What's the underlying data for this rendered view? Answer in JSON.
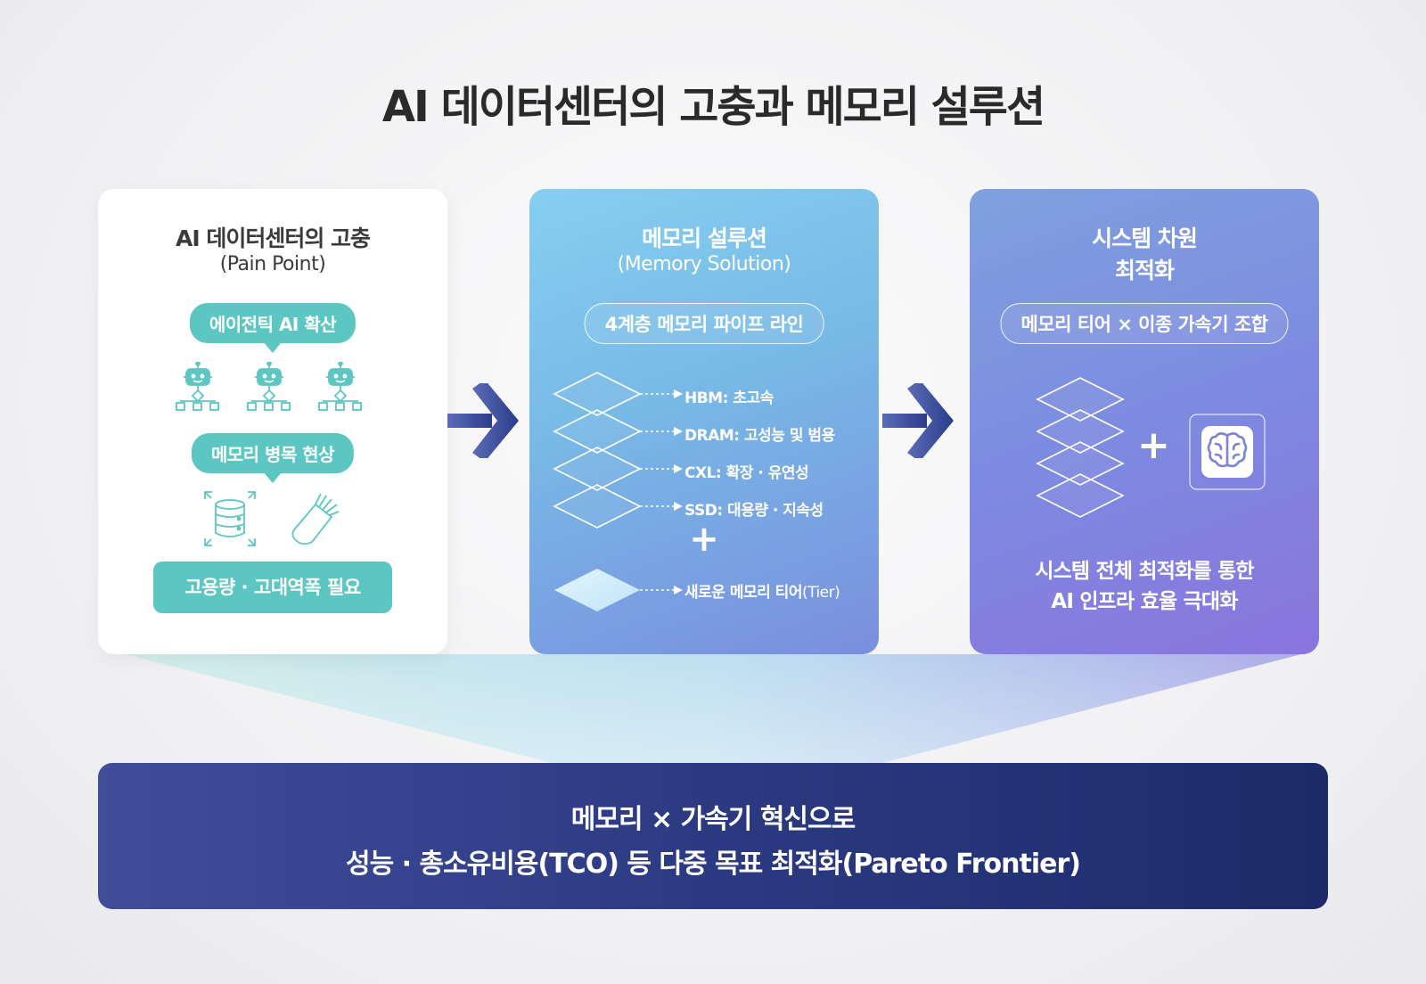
{
  "title": "AI 데이터센터의 고충과 메모리 설루션",
  "pain": {
    "title": "AI 데이터센터의 고충",
    "subtitle": "(Pain Point)",
    "pill1": "에이전틱 AI 확산",
    "pill2": "메모리 병목 현상",
    "need": "고용량 · 고대역폭 필요",
    "icons": [
      "robot-icon",
      "database-icon",
      "cable-icon"
    ]
  },
  "memory": {
    "title": "메모리 설루션",
    "subtitle": "(Memory Solution)",
    "pill": "4계층 메모리 파이프 라인",
    "tiers": [
      "HBM: 초고속",
      "DRAM: 고성능 및 범용",
      "CXL: 확장 · 유연성",
      "SSD: 대용량 · 지속성"
    ],
    "plus": "+",
    "new_tier_bold": "새로운 메모리 티어",
    "new_tier_thin": "(Tier)"
  },
  "system": {
    "title_line1": "시스템 차원",
    "title_line2": "최적화",
    "pill": "메모리 티어 × 이종 가속기 조합",
    "plus": "+",
    "result_line1": "시스템 전체 최적화를 통한",
    "result_line2": "AI 인프라 효율 극대화"
  },
  "bottom": {
    "line1": "메모리 × 가속기 혁신으로",
    "line2": "성능 · 총소유비용(TCO) 등 다중 목표 최적화(Pareto Frontier)"
  },
  "colors": {
    "teal": "#5cc6c2",
    "arrow": "#34468f",
    "bottom_bar": "#2c3a82"
  }
}
